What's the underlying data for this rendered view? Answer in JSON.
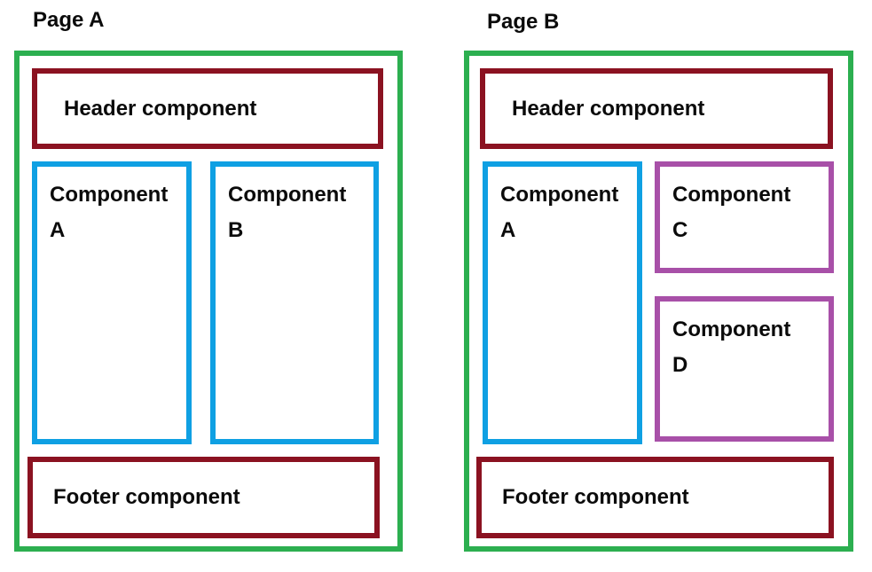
{
  "colors": {
    "page_border": "#2caf50",
    "header_footer_border": "#8b1221",
    "component_ab_border": "#0fa0e3",
    "component_cd_border": "#a850a8"
  },
  "pages": [
    {
      "title": "Page A",
      "header_label": "Header component",
      "footer_label": "Footer component",
      "components": [
        {
          "lines": [
            "Component",
            "A"
          ]
        },
        {
          "lines": [
            "Component",
            "B"
          ]
        }
      ]
    },
    {
      "title": "Page B",
      "header_label": "Header component",
      "footer_label": "Footer component",
      "components": [
        {
          "lines": [
            "Component",
            "A"
          ]
        },
        {
          "lines": [
            "Component",
            "C"
          ]
        },
        {
          "lines": [
            "Component",
            "D"
          ]
        }
      ]
    }
  ]
}
